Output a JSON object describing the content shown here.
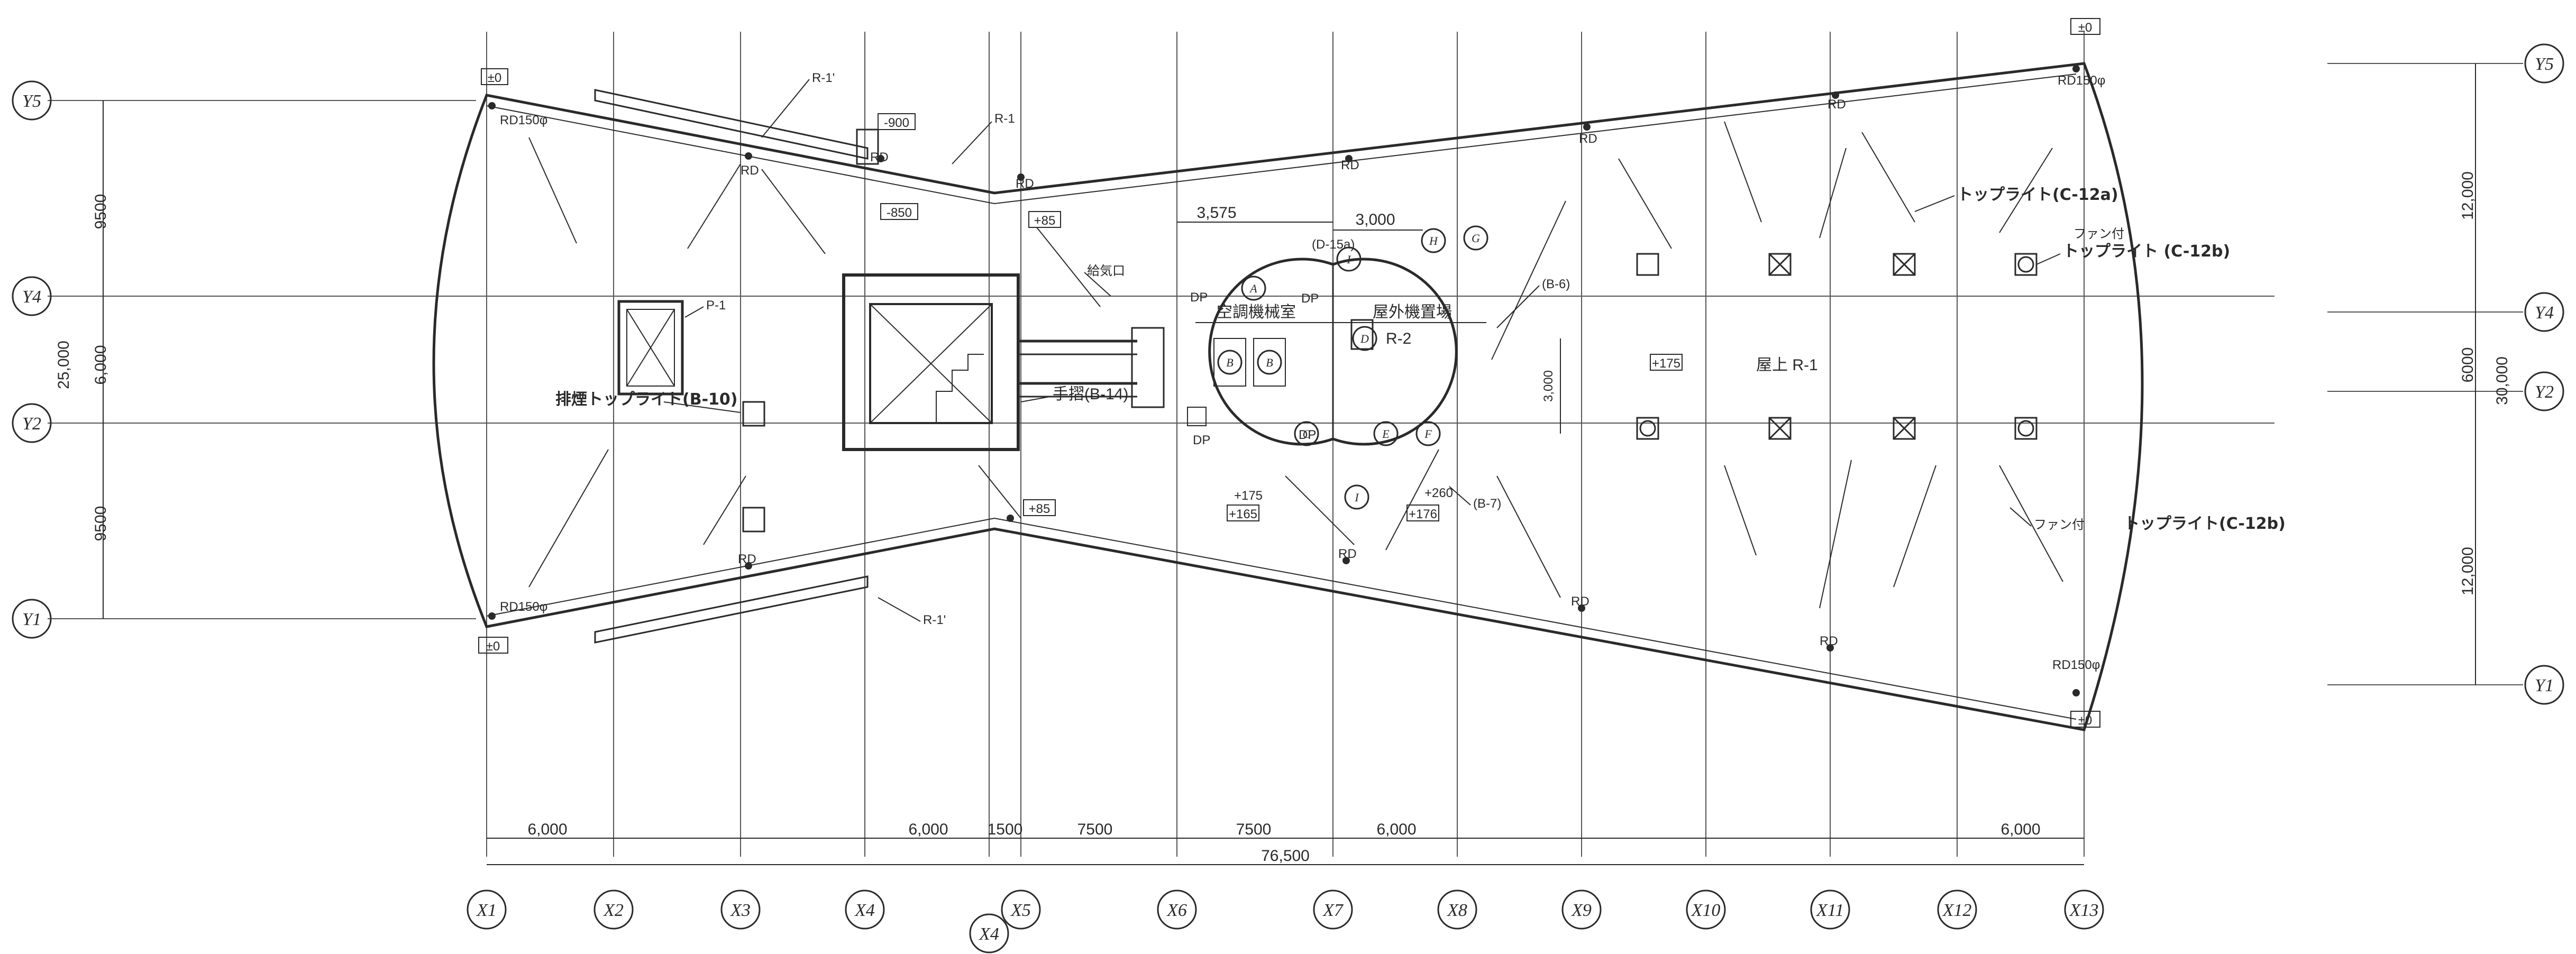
{
  "drawing": {
    "grid_x_labels": [
      "X1",
      "X2",
      "X3",
      "X4",
      "X4",
      "X5",
      "X6",
      "X7",
      "X8",
      "X9",
      "X10",
      "X11",
      "X12",
      "X13"
    ],
    "grid_y_labels": [
      "Y5",
      "Y4",
      "Y2",
      "Y1"
    ],
    "dims_bottom": [
      "6,000",
      "6,000",
      "1500",
      "7500",
      "7500",
      "6,000",
      "6,000"
    ],
    "dim_total_bottom": "76,500",
    "dims_left": [
      "9500",
      "6,000",
      "9500"
    ],
    "dim_total_left": "25,000",
    "dims_right": [
      "12,000",
      "6000",
      "12,000"
    ],
    "dim_total_right": "30,000",
    "level_marks": [
      "±0",
      "±0",
      "±0",
      "±0",
      "-900",
      "-850",
      "+85",
      "+85",
      "+175",
      "+165",
      "+175",
      "+260",
      "+176"
    ],
    "roof_drain": "RD",
    "roof_drain_150": "RD150φ",
    "labels": {
      "r1_prime_top": "R-1'",
      "r1_prime_bottom": "R-1'",
      "r1_small": "R-1",
      "p1": "P-1",
      "d15a": "(D-15a)",
      "dim_3575": "3,575",
      "dim_3000_top": "3,000",
      "dim_3000_side": "3,000",
      "kyuki": "給気口",
      "ac_room": "空調機械室",
      "outdoor_unit": "屋外機置場",
      "r2": "R-2",
      "b6": "(B-6)",
      "b7": "(B-7)",
      "rooftop_r1": "屋上 R-1",
      "toplight_c12a": "トップライト(C-12a)",
      "fan_toplight_c12b_top_fan": "ファン付",
      "fan_toplight_c12b_top": "トップライト (C-12b)",
      "fan_toplight_c12b_bottom_fan": "ファン付",
      "fan_toplight_c12b_bottom": "トップライト(C-12b)",
      "smoke_toplight": "排煙トップライト(B-10)",
      "handrail": "手摺(B-14)",
      "dp": "DP",
      "circ_A": "A",
      "circ_B": "B",
      "circ_C": "C",
      "circ_D": "D",
      "circ_E": "E",
      "circ_F": "F",
      "circ_G": "G",
      "circ_H": "H",
      "circ_I": "I"
    },
    "colors": {
      "ink": "#2a2a2a",
      "paper": "#ffffff"
    }
  }
}
